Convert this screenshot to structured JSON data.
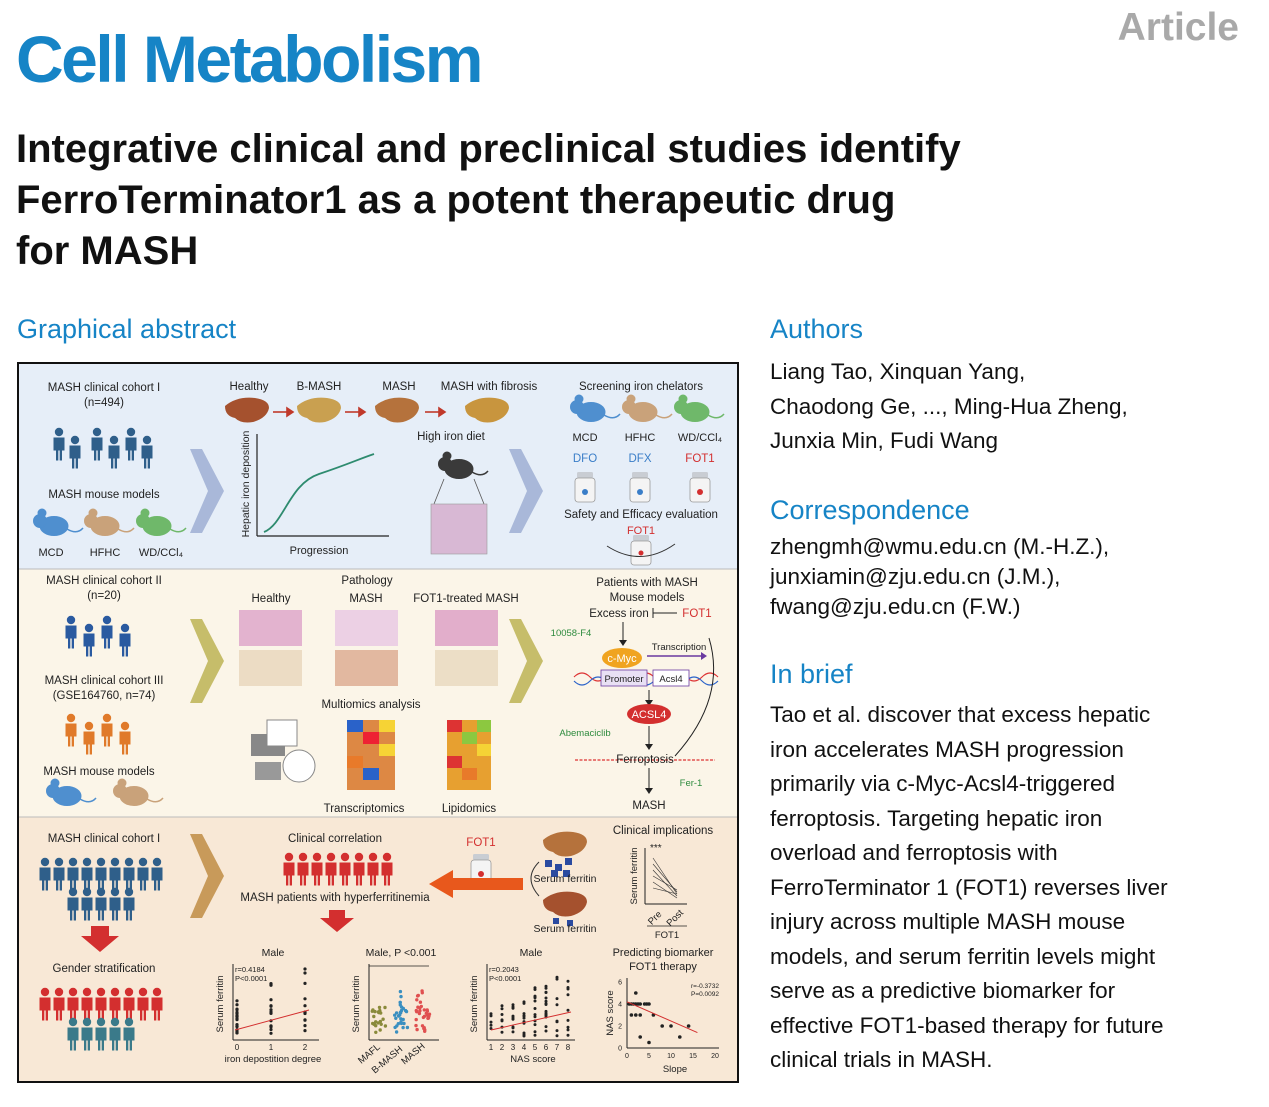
{
  "header": {
    "journal": "Cell Metabolism",
    "article_type": "Article"
  },
  "title_lines": [
    "Integrative clinical and preclinical studies identify",
    "FerroTerminator1 as a potent therapeutic drug",
    "for MASH"
  ],
  "graphical_abstract": {
    "heading": "Graphical abstract",
    "panel1": {
      "cohort1": "MASH clinical cohort I",
      "cohort1_n": "(n=494)",
      "mouse_models": "MASH mouse models",
      "models": [
        "MCD",
        "HFHC",
        "WD/CCl₄"
      ],
      "stages": [
        "Healthy",
        "B-MASH",
        "MASH",
        "MASH with fibrosis"
      ],
      "y_axis": "Hepatic iron deposition",
      "x_axis": "Progression",
      "high_iron_diet": "High iron diet",
      "screening": "Screening iron chelators",
      "chelators": [
        "DFO",
        "DFX",
        "FOT1"
      ],
      "safety": "Safety and Efficacy evaluation",
      "fot1": "FOT1"
    },
    "panel2": {
      "cohort2": "MASH clinical cohort II",
      "cohort2_n": "(n=20)",
      "cohort3": "MASH clinical cohort III",
      "cohort3_n": "(GSE164760, n=74)",
      "mouse_models": "MASH mouse models",
      "pathology": "Pathology",
      "columns": [
        "Healthy",
        "MASH",
        "FOT1-treated MASH"
      ],
      "multiomics": "Multiomics analysis",
      "transcriptomics": "Transcriptomics",
      "lipidomics": "Lipidomics",
      "patients": "Patients with MASH",
      "mouse": "Mouse models",
      "excess_iron": "Excess iron",
      "fot1": "FOT1",
      "inhibitor1": "10058-F4",
      "cmyc": "c-Myc",
      "transcription": "Transcription",
      "promoter": "Promoter",
      "acsl4_gene": "Acsl4",
      "acsl4": "ACSL4",
      "inhibitor2": "Abemaciclib",
      "ferroptosis": "Ferroptosis",
      "inhibitor3": "Fer-1",
      "mash": "MASH"
    },
    "panel3": {
      "cohort1": "MASH clinical cohort I",
      "gender": "Gender stratification",
      "clinical_correlation": "Clinical correlation",
      "hyperferritinemia": "MASH patients with hyperferritinemia",
      "fot1": "FOT1",
      "serum_ferritin": "Serum ferritin",
      "clinical_implications": "Clinical implications",
      "ci_ylabel": "Serum ferritin",
      "ci_sig": "***",
      "ci_x": [
        "Pre",
        "Post"
      ],
      "ci_group": "FOT1",
      "predicting": "Predicting biomarker",
      "fot1_therapy": "FOT1 therapy"
    }
  },
  "chart_data": [
    {
      "type": "scatter",
      "title": "Male",
      "xlabel": "iron depostition degree",
      "ylabel": "Serum ferritin",
      "stats": [
        "r=0.4184",
        "P<0.0001"
      ],
      "ticks": [
        "0",
        "1",
        "2"
      ],
      "x": [
        0,
        1,
        2
      ]
    },
    {
      "type": "scatter",
      "title": "Male, P <0.001",
      "ylabel": "Serum ferritin",
      "categories": [
        "MAFL",
        "B-MASH",
        "MASH"
      ],
      "colors": [
        "#8a8a3a",
        "#3a8fc0",
        "#e05050"
      ]
    },
    {
      "type": "scatter",
      "title": "Male",
      "xlabel": "NAS score",
      "ylabel": "Serum ferritin",
      "stats": [
        "r=0.2043",
        "P<0.0001"
      ],
      "ticks": [
        "1",
        "2",
        "3",
        "4",
        "5",
        "6",
        "7",
        "8"
      ],
      "x": [
        1,
        2,
        3,
        4,
        5,
        6,
        7,
        8
      ]
    },
    {
      "type": "scatter",
      "xlabel": "Slope",
      "ylabel": "NAS score",
      "stats": [
        "r=-0.3732",
        "P=0.0092"
      ],
      "xticks": [
        "0",
        "5",
        "10",
        "15",
        "20"
      ],
      "yticks": [
        "0",
        "2",
        "4",
        "6"
      ],
      "xlim": [
        0,
        20
      ],
      "ylim": [
        0,
        6
      ],
      "points": [
        [
          0.5,
          4
        ],
        [
          1,
          4
        ],
        [
          1.5,
          4
        ],
        [
          2,
          4
        ],
        [
          2.5,
          4
        ],
        [
          3,
          4
        ],
        [
          4,
          4
        ],
        [
          4.5,
          4
        ],
        [
          5,
          4
        ],
        [
          1,
          3
        ],
        [
          2,
          3
        ],
        [
          3,
          3
        ],
        [
          6,
          3
        ],
        [
          8,
          2
        ],
        [
          10,
          2
        ],
        [
          12,
          1
        ],
        [
          14,
          2
        ],
        [
          3,
          1
        ],
        [
          5,
          0.5
        ],
        [
          2,
          5
        ]
      ]
    }
  ],
  "authors": {
    "heading": "Authors",
    "lines": [
      "Liang Tao, Xinquan Yang,",
      "Chaodong Ge, ..., Ming-Hua Zheng,",
      "Junxia Min, Fudi Wang"
    ]
  },
  "correspondence": {
    "heading": "Correspondence",
    "lines": [
      "zhengmh@wmu.edu.cn (M.-H.Z.),",
      "junxiamin@zju.edu.cn (J.M.),",
      "fwang@zju.edu.cn (F.W.)"
    ]
  },
  "in_brief": {
    "heading": "In brief",
    "lines": [
      "Tao et al. discover that excess hepatic",
      "iron accelerates MASH progression",
      "primarily via c-Myc-Acsl4-triggered",
      "ferroptosis. Targeting hepatic iron",
      "overload and ferroptosis with",
      "FerroTerminator 1 (FOT1) reverses liver",
      "injury across multiple MASH mouse",
      "models, and serum ferritin levels might",
      "serve as a predictive biomarker for",
      "effective FOT1-based therapy for future",
      "clinical trials in MASH."
    ]
  },
  "colors": {
    "brand": "#1684c6",
    "article_tag": "#a9a9a9",
    "panel1_bg": "#e6eef8",
    "panel2_bg": "#fbf5e8",
    "panel3_bg": "#f8e8d6",
    "people_blue": "#2f5f8a",
    "people_red": "#d83030",
    "people_orange": "#e07a2a",
    "people_teal": "#3a7a8a"
  }
}
